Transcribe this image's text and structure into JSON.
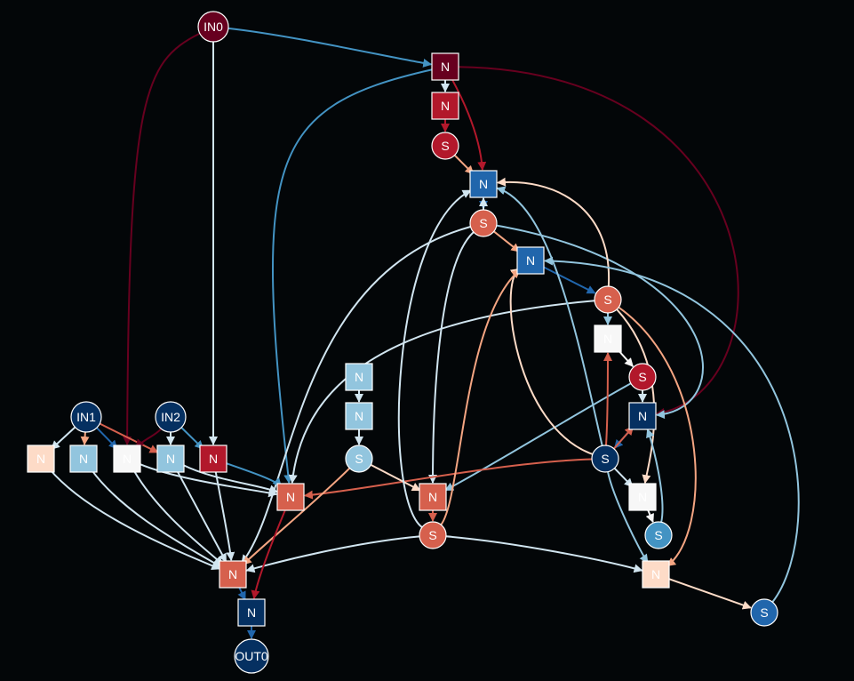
{
  "colors": {
    "dark_red": "#67001f",
    "red": "#b2182b",
    "salmon": "#d6604d",
    "peach": "#f4a582",
    "pale_peach": "#fddbc7",
    "white": "#f7f7f7",
    "pale_blue": "#d1e5f0",
    "light_blue": "#92c5de",
    "blue": "#4393c3",
    "mid_blue": "#2166ac",
    "navy": "#053061"
  },
  "nodes": [
    {
      "id": "in0",
      "label": "IN0",
      "shape": "circle",
      "color": "dark_red"
    },
    {
      "id": "n_top",
      "label": "N",
      "shape": "square",
      "color": "dark_red"
    },
    {
      "id": "n_top2",
      "label": "N",
      "shape": "square",
      "color": "red"
    },
    {
      "id": "s_top",
      "label": "S",
      "shape": "circle",
      "color": "red"
    },
    {
      "id": "n_c1",
      "label": "N",
      "shape": "square",
      "color": "mid_blue"
    },
    {
      "id": "s_c1",
      "label": "S",
      "shape": "circle",
      "color": "salmon"
    },
    {
      "id": "n_c2",
      "label": "N",
      "shape": "square",
      "color": "mid_blue"
    },
    {
      "id": "s_r1",
      "label": "S",
      "shape": "circle",
      "color": "salmon"
    },
    {
      "id": "n_w1",
      "label": "N",
      "shape": "square",
      "color": "white"
    },
    {
      "id": "s_r2",
      "label": "S",
      "shape": "circle",
      "color": "red"
    },
    {
      "id": "n_r3",
      "label": "N",
      "shape": "square",
      "color": "navy"
    },
    {
      "id": "s_r4",
      "label": "S",
      "shape": "circle",
      "color": "navy"
    },
    {
      "id": "n_w2",
      "label": "N",
      "shape": "square",
      "color": "white"
    },
    {
      "id": "s_r5",
      "label": "S",
      "shape": "circle",
      "color": "blue"
    },
    {
      "id": "n_r6",
      "label": "N",
      "shape": "square",
      "color": "pale_peach"
    },
    {
      "id": "s_r7",
      "label": "S",
      "shape": "circle",
      "color": "mid_blue"
    },
    {
      "id": "n_m1",
      "label": "N",
      "shape": "square",
      "color": "light_blue"
    },
    {
      "id": "n_m2",
      "label": "N",
      "shape": "square",
      "color": "light_blue"
    },
    {
      "id": "s_m3",
      "label": "S",
      "shape": "circle",
      "color": "light_blue"
    },
    {
      "id": "n_m4",
      "label": "N",
      "shape": "square",
      "color": "salmon"
    },
    {
      "id": "s_m5",
      "label": "S",
      "shape": "circle",
      "color": "salmon"
    },
    {
      "id": "in1",
      "label": "IN1",
      "shape": "circle",
      "color": "navy"
    },
    {
      "id": "in2",
      "label": "IN2",
      "shape": "circle",
      "color": "navy"
    },
    {
      "id": "n_l1",
      "label": "N",
      "shape": "square",
      "color": "pale_peach"
    },
    {
      "id": "n_l2",
      "label": "N",
      "shape": "square",
      "color": "light_blue"
    },
    {
      "id": "n_l3",
      "label": "N",
      "shape": "square",
      "color": "white"
    },
    {
      "id": "n_l4",
      "label": "N",
      "shape": "square",
      "color": "light_blue"
    },
    {
      "id": "n_l5",
      "label": "N",
      "shape": "square",
      "color": "red"
    },
    {
      "id": "n_l6",
      "label": "N",
      "shape": "square",
      "color": "salmon"
    },
    {
      "id": "n_b1",
      "label": "N",
      "shape": "square",
      "color": "salmon"
    },
    {
      "id": "n_b2",
      "label": "N",
      "shape": "square",
      "color": "navy"
    },
    {
      "id": "out0",
      "label": "OUT0",
      "shape": "circle",
      "color": "navy"
    }
  ],
  "edges": [
    {
      "from": "in0",
      "to": "n_top",
      "color": "blue"
    },
    {
      "from": "in0",
      "to": "n_l5",
      "color": "pale_blue"
    },
    {
      "from": "in0",
      "to": "n_l3",
      "color": "dark_red"
    },
    {
      "from": "n_top",
      "to": "n_top2",
      "color": "pale_blue"
    },
    {
      "from": "n_top2",
      "to": "s_top",
      "color": "red"
    },
    {
      "from": "s_top",
      "to": "n_c1",
      "color": "peach"
    },
    {
      "from": "n_top",
      "to": "n_c1",
      "color": "red"
    },
    {
      "from": "n_top",
      "to": "n_l6",
      "color": "blue"
    },
    {
      "from": "n_top",
      "to": "n_r3",
      "color": "dark_red"
    },
    {
      "from": "n_c1",
      "to": "s_c1",
      "color": "mid_blue"
    },
    {
      "from": "s_c1",
      "to": "n_c1",
      "color": "pale_blue"
    },
    {
      "from": "s_c1",
      "to": "n_c2",
      "color": "peach"
    },
    {
      "from": "s_c1",
      "to": "n_m4",
      "color": "pale_blue"
    },
    {
      "from": "s_c1",
      "to": "n_b1",
      "color": "pale_blue"
    },
    {
      "from": "s_c1",
      "to": "n_r3",
      "color": "light_blue"
    },
    {
      "from": "n_c2",
      "to": "s_r1",
      "color": "mid_blue"
    },
    {
      "from": "s_r1",
      "to": "n_c1",
      "color": "pale_peach"
    },
    {
      "from": "s_r1",
      "to": "n_w1",
      "color": "light_blue"
    },
    {
      "from": "s_r1",
      "to": "n_w2",
      "color": "pale_peach"
    },
    {
      "from": "s_r1",
      "to": "n_r6",
      "color": "peach"
    },
    {
      "from": "s_r1",
      "to": "n_l6",
      "color": "pale_blue"
    },
    {
      "from": "n_w1",
      "to": "s_r2",
      "color": "white"
    },
    {
      "from": "s_r2",
      "to": "n_r3",
      "color": "pale_blue"
    },
    {
      "from": "s_r2",
      "to": "n_m4",
      "color": "light_blue"
    },
    {
      "from": "n_r3",
      "to": "s_r4",
      "color": "mid_blue"
    },
    {
      "from": "s_r4",
      "to": "n_r3",
      "color": "salmon"
    },
    {
      "from": "s_r4",
      "to": "n_w1",
      "color": "salmon"
    },
    {
      "from": "s_r4",
      "to": "n_w2",
      "color": "pale_blue"
    },
    {
      "from": "s_r4",
      "to": "n_c1",
      "color": "light_blue"
    },
    {
      "from": "s_r4",
      "to": "n_l6",
      "color": "salmon"
    },
    {
      "from": "s_r4",
      "to": "n_r6",
      "color": "light_blue"
    },
    {
      "from": "s_r4",
      "to": "n_c2",
      "color": "pale_peach"
    },
    {
      "from": "n_w2",
      "to": "s_r5",
      "color": "white"
    },
    {
      "from": "s_r5",
      "to": "n_r3",
      "color": "light_blue"
    },
    {
      "from": "n_r6",
      "to": "s_r7",
      "color": "pale_peach"
    },
    {
      "from": "s_r7",
      "to": "n_c2",
      "color": "light_blue"
    },
    {
      "from": "n_m1",
      "to": "n_m2",
      "color": "pale_blue"
    },
    {
      "from": "n_m2",
      "to": "s_m3",
      "color": "pale_blue"
    },
    {
      "from": "s_m3",
      "to": "n_m4",
      "color": "pale_peach"
    },
    {
      "from": "s_m3",
      "to": "n_b1",
      "color": "peach"
    },
    {
      "from": "n_m4",
      "to": "s_m5",
      "color": "salmon"
    },
    {
      "from": "s_m5",
      "to": "n_c2",
      "color": "peach"
    },
    {
      "from": "s_m5",
      "to": "n_c1",
      "color": "pale_blue"
    },
    {
      "from": "s_m5",
      "to": "n_b1",
      "color": "pale_blue"
    },
    {
      "from": "s_m5",
      "to": "n_r6",
      "color": "pale_blue"
    },
    {
      "from": "in1",
      "to": "n_l1",
      "color": "pale_blue"
    },
    {
      "from": "in1",
      "to": "n_l2",
      "color": "peach"
    },
    {
      "from": "in1",
      "to": "n_l3",
      "color": "mid_blue"
    },
    {
      "from": "in1",
      "to": "n_l4",
      "color": "salmon"
    },
    {
      "from": "in2",
      "to": "n_l3",
      "color": "dark_red"
    },
    {
      "from": "in2",
      "to": "n_l4",
      "color": "pale_blue"
    },
    {
      "from": "in2",
      "to": "n_l5",
      "color": "blue"
    },
    {
      "from": "n_l1",
      "to": "n_b1",
      "color": "pale_blue"
    },
    {
      "from": "n_l2",
      "to": "n_b1",
      "color": "pale_blue"
    },
    {
      "from": "n_l3",
      "to": "n_b1",
      "color": "pale_blue"
    },
    {
      "from": "n_l3",
      "to": "n_l6",
      "color": "pale_blue"
    },
    {
      "from": "n_l4",
      "to": "n_b1",
      "color": "pale_blue"
    },
    {
      "from": "n_l4",
      "to": "n_l6",
      "color": "pale_blue"
    },
    {
      "from": "n_l5",
      "to": "n_b1",
      "color": "pale_blue"
    },
    {
      "from": "n_l5",
      "to": "n_l6",
      "color": "blue"
    },
    {
      "from": "n_l6",
      "to": "n_b2",
      "color": "red"
    },
    {
      "from": "n_b1",
      "to": "n_b2",
      "color": "mid_blue"
    },
    {
      "from": "n_b2",
      "to": "out0",
      "color": "mid_blue"
    }
  ]
}
